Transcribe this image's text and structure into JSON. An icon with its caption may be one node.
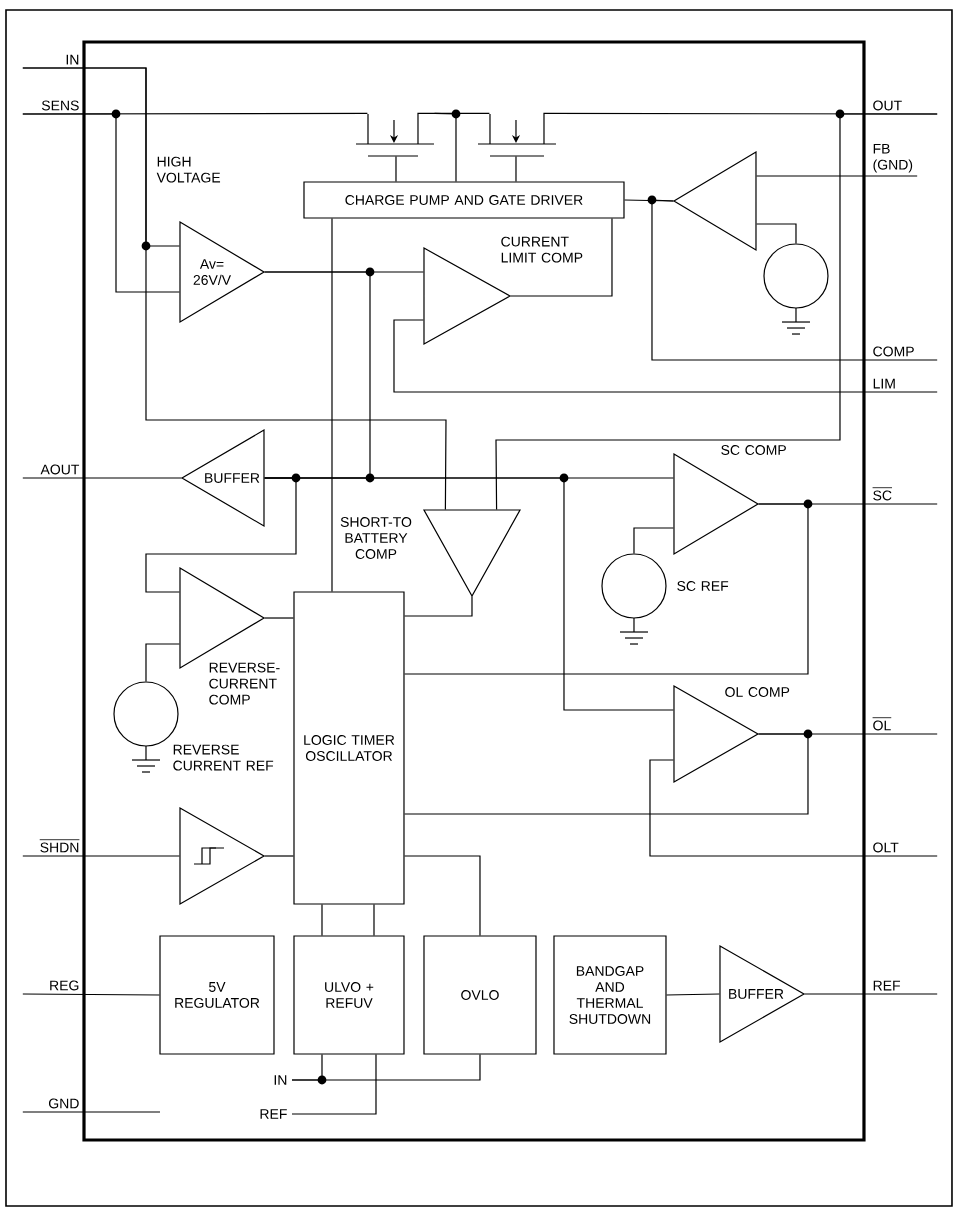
{
  "diagram": {
    "nodes": [
      {
        "text": [
          "IN"
        ]
      },
      {
        "text": [
          "SENS"
        ]
      },
      {
        "text": [
          "OUT"
        ]
      },
      {
        "text": [
          "FB (GND)"
        ]
      },
      {
        "text": [
          "CHARGE PUMP AND GATE DRIVER"
        ]
      },
      {
        "text": [],
        "shape": "transistor"
      },
      {
        "text": [],
        "shape": "transistor"
      },
      {
        "text": [
          "HIGH VOLTAGE",
          "Av= 26V/V"
        ]
      },
      {
        "text": [
          "CURRENT LIMIT COMP"
        ]
      },
      {
        "text": [],
        "shape": "triangle"
      },
      {
        "text": [],
        "shape": "circle"
      },
      {
        "text": [
          "COMP"
        ]
      },
      {
        "text": [
          "LIM"
        ]
      },
      {
        "text": [
          "AOUT"
        ]
      },
      {
        "text": [
          "BUFFER"
        ]
      },
      {
        "text": [
          "SHORT-TO BATTERY COMP"
        ]
      },
      {
        "text": [
          "SC COMP"
        ]
      },
      {
        "text": [
          "SC REF"
        ]
      },
      {
        "text": [
          "SC"
        ]
      },
      {
        "text": [
          "REVERSE- CURRENT COMP"
        ]
      },
      {
        "text": [
          "REVERSE CURRENT REF"
        ]
      },
      {
        "text": [
          "LOGIC TIMER OSCILLATOR"
        ]
      },
      {
        "text": [
          "OL COMP"
        ]
      },
      {
        "text": [
          "OL"
        ]
      },
      {
        "text": [
          "OLT"
        ]
      },
      {
        "text": [
          "SHDN"
        ]
      },
      {
        "text": [],
        "shape": "triangle"
      },
      {
        "text": [
          "5V REGULATOR"
        ]
      },
      {
        "text": [
          "ULVO + REFUV"
        ]
      },
      {
        "text": [
          "OVLO"
        ]
      },
      {
        "text": [
          "BANDGAP AND THERMAL SHUTDOWN"
        ]
      },
      {
        "text": [
          "BUFFER"
        ]
      },
      {
        "text": [
          "REF"
        ]
      },
      {
        "text": [
          "REG"
        ]
      },
      {
        "text": [
          "GND"
        ]
      },
      {
        "text": [
          "IN"
        ]
      },
      {
        "text": [
          "REF"
        ]
      }
    ],
    "edges": [
      {
        "from": 0,
        "to": 7,
        "arrow": "none"
      },
      {
        "from": 1,
        "to": 5,
        "arrow": "none"
      },
      {
        "from": 5,
        "to": 6,
        "arrow": "none"
      },
      {
        "from": 6,
        "to": 2,
        "arrow": "none"
      },
      {
        "from": 4,
        "to": 5,
        "arrow": "none"
      },
      {
        "from": 4,
        "to": 6,
        "arrow": "none"
      },
      {
        "from": 1,
        "to": 7,
        "arrow": "none"
      },
      {
        "from": 7,
        "to": 8,
        "arrow": "none"
      },
      {
        "from": 8,
        "to": 4,
        "arrow": "none"
      },
      {
        "from": 9,
        "to": 4,
        "arrow": "none"
      },
      {
        "from": 3,
        "to": 9,
        "arrow": "none"
      },
      {
        "from": 10,
        "to": 9,
        "arrow": "none"
      },
      {
        "from": 9,
        "to": 11,
        "arrow": "none"
      },
      {
        "from": 12,
        "to": 8,
        "arrow": "none"
      },
      {
        "from": 13,
        "to": 14,
        "arrow": "none"
      },
      {
        "from": 14,
        "to": 16,
        "arrow": "none"
      },
      {
        "from": 7,
        "to": 14,
        "arrow": "none"
      },
      {
        "from": 4,
        "to": 21,
        "arrow": "none"
      },
      {
        "from": 0,
        "to": 15,
        "arrow": "none"
      },
      {
        "from": 2,
        "to": 15,
        "arrow": "none"
      },
      {
        "from": 15,
        "to": 21,
        "arrow": "none"
      },
      {
        "from": 14,
        "to": 19,
        "arrow": "none"
      },
      {
        "from": 20,
        "to": 19,
        "arrow": "none"
      },
      {
        "from": 19,
        "to": 21,
        "arrow": "none"
      },
      {
        "from": 14,
        "to": 22,
        "arrow": "none"
      },
      {
        "from": 17,
        "to": 16,
        "arrow": "none"
      },
      {
        "from": 16,
        "to": 18,
        "arrow": "none"
      },
      {
        "from": 16,
        "to": 21,
        "arrow": "none"
      },
      {
        "from": 22,
        "to": 23,
        "arrow": "none"
      },
      {
        "from": 22,
        "to": 21,
        "arrow": "none"
      },
      {
        "from": 24,
        "to": 22,
        "arrow": "none"
      },
      {
        "from": 25,
        "to": 26,
        "arrow": "none"
      },
      {
        "from": 26,
        "to": 21,
        "arrow": "none"
      },
      {
        "from": 21,
        "to": 29,
        "arrow": "none"
      },
      {
        "from": 21,
        "to": 28,
        "arrow": "none"
      },
      {
        "from": 21,
        "to": 28,
        "arrow": "none"
      },
      {
        "from": 35,
        "to": 28,
        "arrow": "none"
      },
      {
        "from": 35,
        "to": 29,
        "arrow": "none"
      },
      {
        "from": 36,
        "to": 28,
        "arrow": "none"
      },
      {
        "from": 33,
        "to": 27,
        "arrow": "none"
      },
      {
        "from": 30,
        "to": 31,
        "arrow": "none"
      },
      {
        "from": 31,
        "to": 32,
        "arrow": "none"
      },
      {
        "from": 34,
        "to": null,
        "arrow": "none"
      },
      {
        "from": 4,
        "to": 5,
        "arrow": "none"
      }
    ]
  }
}
